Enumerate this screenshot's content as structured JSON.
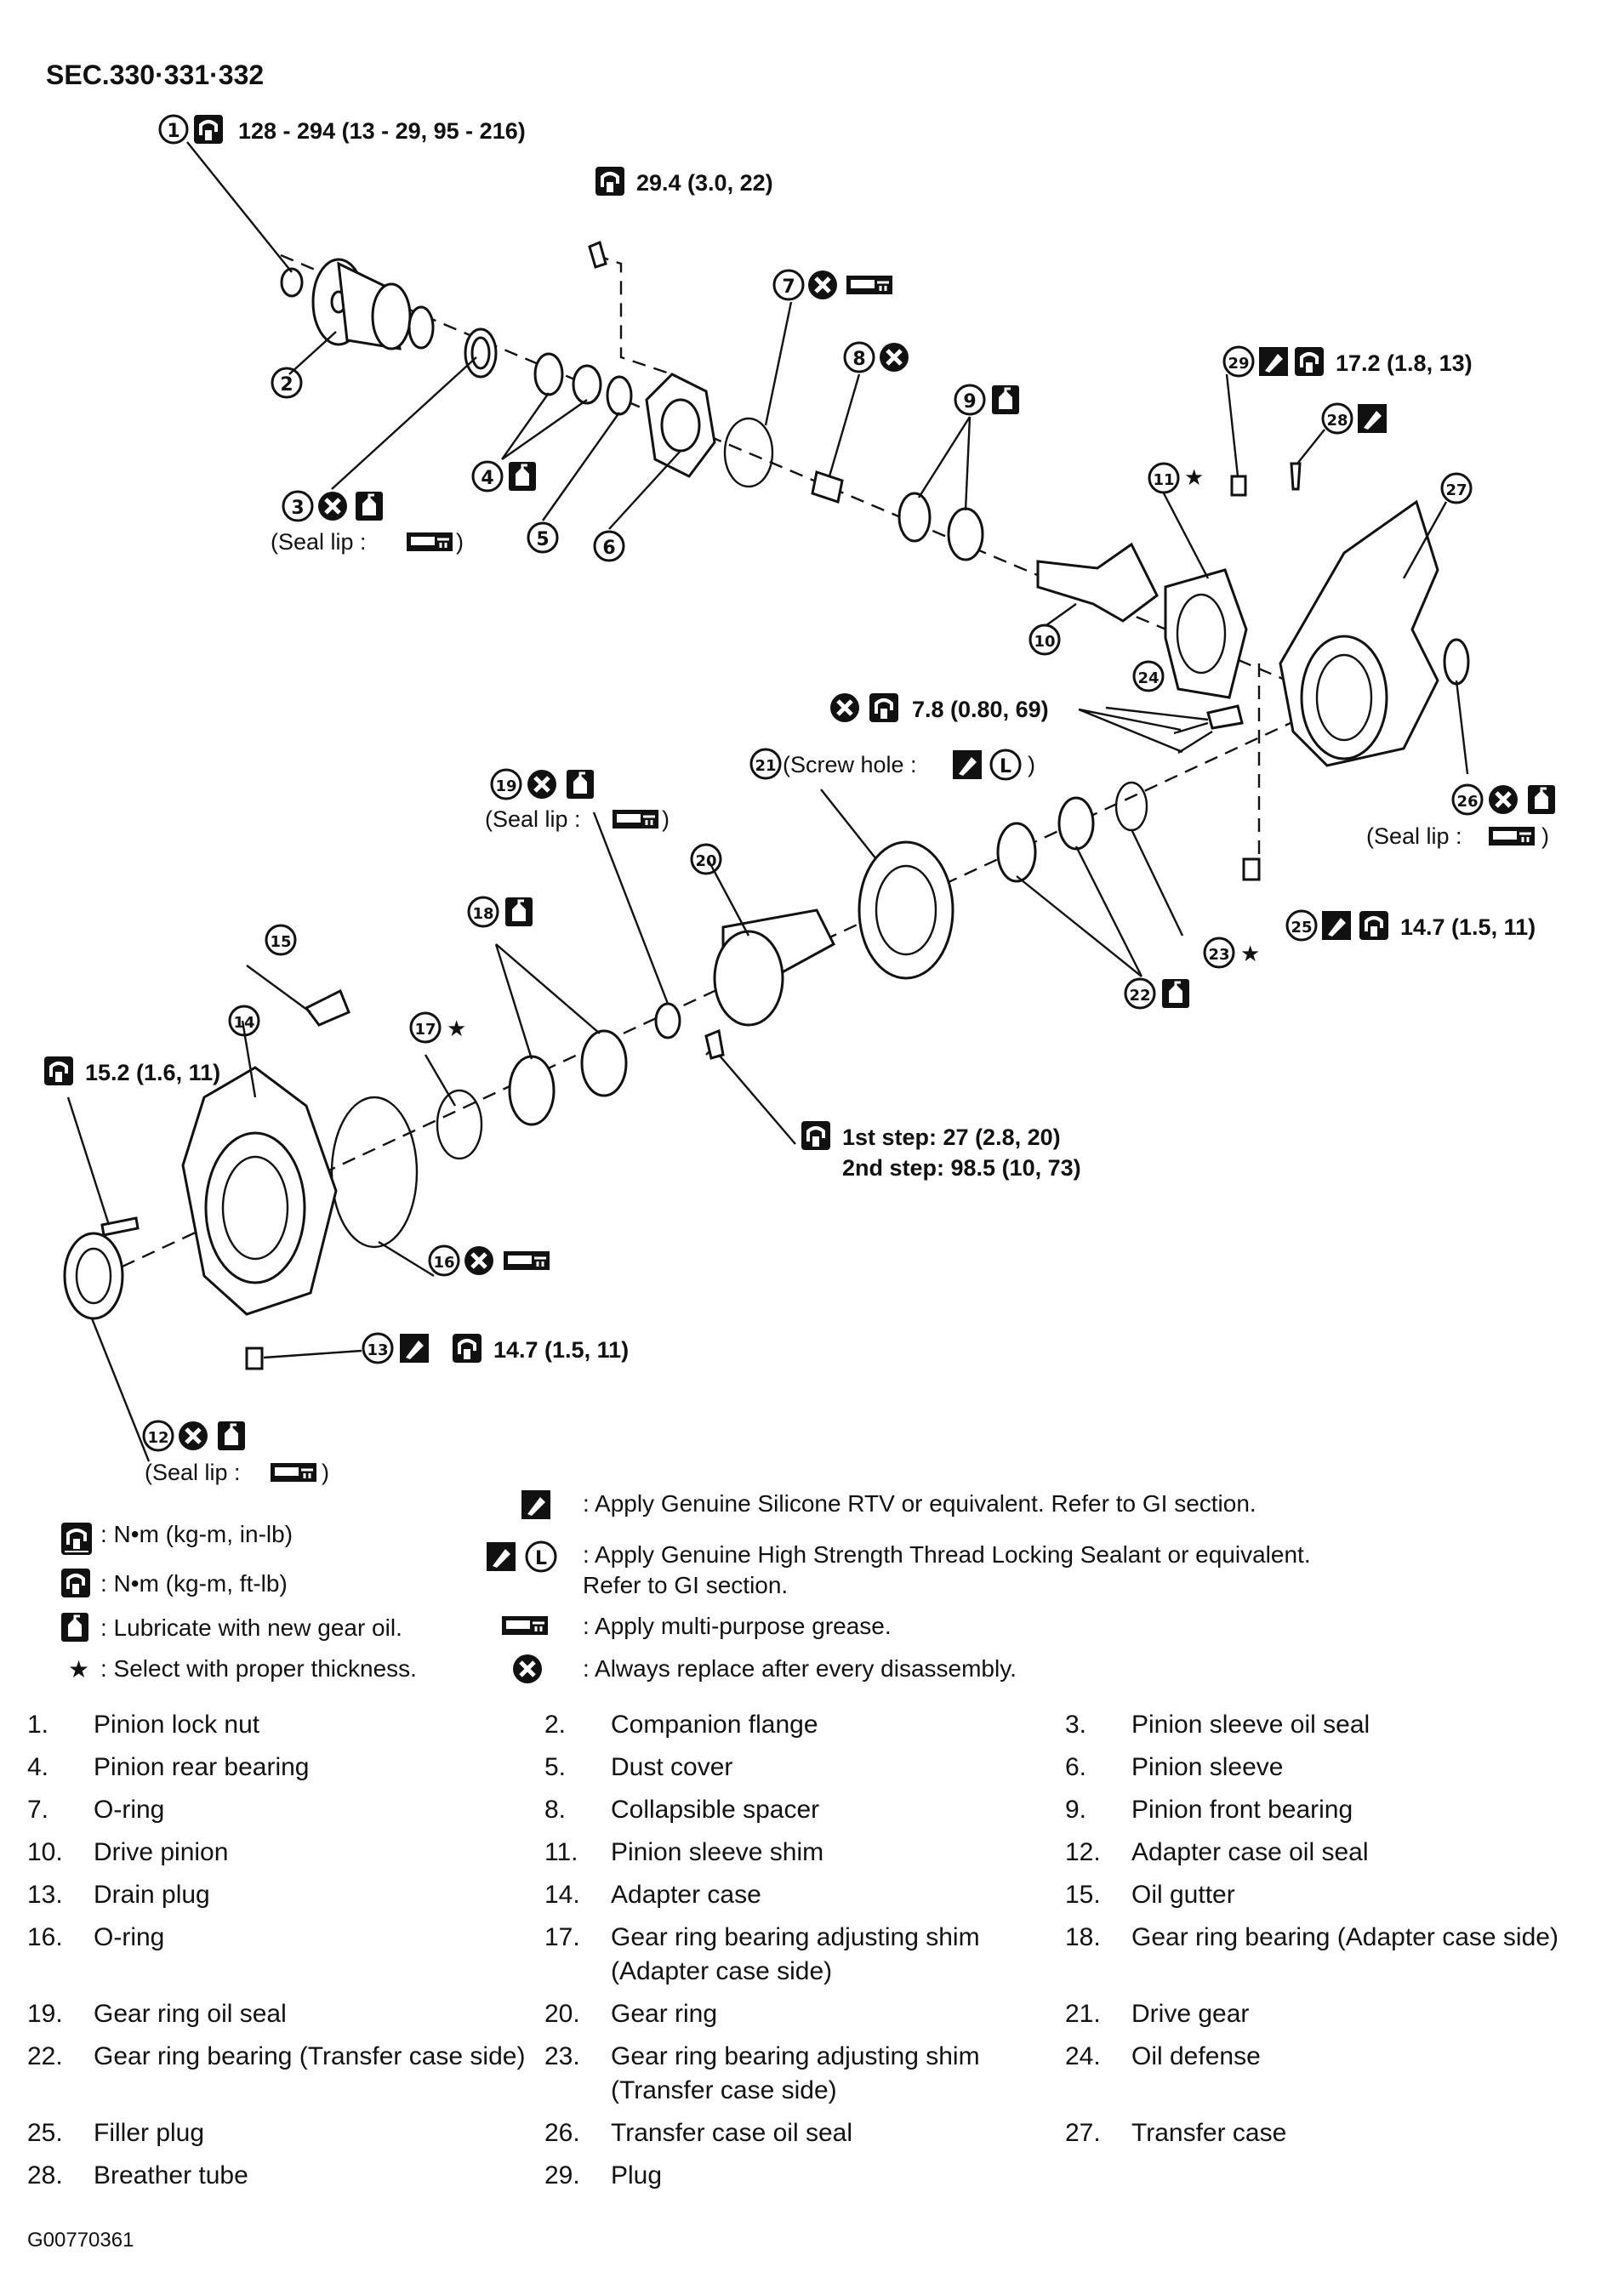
{
  "section_header": "SEC.330·331·332",
  "figure_code": "G00770361",
  "callouts": {
    "c1": {
      "num": "1",
      "spec": "128 - 294 (13 - 29, 95 - 216)"
    },
    "bolt_top": {
      "spec": "29.4 (3.0, 22)"
    },
    "c2": {
      "num": "2"
    },
    "c3": {
      "num": "3",
      "note": "(Seal lip : "
    },
    "c4": {
      "num": "4"
    },
    "c5": {
      "num": "5"
    },
    "c6": {
      "num": "6"
    },
    "c7": {
      "num": "7"
    },
    "c8": {
      "num": "8"
    },
    "c9": {
      "num": "9"
    },
    "c10": {
      "num": "10"
    },
    "c11": {
      "num": "11",
      "star": "★"
    },
    "c12": {
      "num": "12",
      "note": "(Seal lip : "
    },
    "c13": {
      "num": "13",
      "spec": "14.7 (1.5, 11)"
    },
    "c14": {
      "num": "14",
      "spec": "15.2 (1.6, 11)"
    },
    "c15": {
      "num": "15"
    },
    "c16": {
      "num": "16"
    },
    "c17": {
      "num": "17",
      "star": "★"
    },
    "c18": {
      "num": "18"
    },
    "c19": {
      "num": "19",
      "note": "(Seal lip : "
    },
    "c20": {
      "num": "20"
    },
    "c21": {
      "num": "21",
      "note": "(Screw hole : "
    },
    "c22": {
      "num": "22"
    },
    "c23": {
      "num": "23",
      "star": "★"
    },
    "c24": {
      "num": "24",
      "spec": "7.8 (0.80, 69)"
    },
    "c25": {
      "num": "25",
      "spec": "14.7 (1.5, 11)"
    },
    "c26": {
      "num": "26",
      "note": "(Seal lip : "
    },
    "c27": {
      "num": "27"
    },
    "c28": {
      "num": "28"
    },
    "c29": {
      "num": "29",
      "spec": "17.2 (1.8, 13)"
    },
    "ring_bolt": {
      "step1": "1st step: 27 (2.8, 20)",
      "step2": "2nd step: 98.5 (10, 73)"
    }
  },
  "legend": {
    "nm_in": ": N•m (kg-m, in-lb)",
    "nm_ft": ": N•m (kg-m, ft-lb)",
    "lube": ": Lubricate with new gear oil.",
    "select": ": Select with proper thickness.",
    "star": "★",
    "rtv": ": Apply Genuine Silicone RTV or equivalent. Refer to GI section.",
    "thread1": ": Apply Genuine High Strength Thread Locking Sealant or equivalent.",
    "thread2": "Refer to GI section.",
    "grease": ": Apply multi-purpose grease.",
    "replace": ": Always replace after every disassembly."
  },
  "parts": [
    [
      {
        "n": "1.",
        "name": "Pinion lock nut"
      },
      {
        "n": "2.",
        "name": "Companion flange"
      },
      {
        "n": "3.",
        "name": "Pinion sleeve oil seal"
      }
    ],
    [
      {
        "n": "4.",
        "name": "Pinion rear bearing"
      },
      {
        "n": "5.",
        "name": "Dust cover"
      },
      {
        "n": "6.",
        "name": "Pinion sleeve"
      }
    ],
    [
      {
        "n": "7.",
        "name": "O-ring"
      },
      {
        "n": "8.",
        "name": "Collapsible spacer"
      },
      {
        "n": "9.",
        "name": "Pinion front bearing"
      }
    ],
    [
      {
        "n": "10.",
        "name": "Drive pinion"
      },
      {
        "n": "11.",
        "name": "Pinion sleeve shim"
      },
      {
        "n": "12.",
        "name": "Adapter case oil seal"
      }
    ],
    [
      {
        "n": "13.",
        "name": "Drain plug"
      },
      {
        "n": "14.",
        "name": "Adapter case"
      },
      {
        "n": "15.",
        "name": "Oil gutter"
      }
    ],
    [
      {
        "n": "16.",
        "name": "O-ring"
      },
      {
        "n": "17.",
        "name": "Gear ring bearing adjusting shim (Adapter case side)"
      },
      {
        "n": "18.",
        "name": "Gear ring bearing (Adapter case side)"
      }
    ],
    [
      {
        "n": "19.",
        "name": "Gear ring oil seal"
      },
      {
        "n": "20.",
        "name": "Gear ring"
      },
      {
        "n": "21.",
        "name": "Drive gear"
      }
    ],
    [
      {
        "n": "22.",
        "name": "Gear ring bearing (Transfer case side)"
      },
      {
        "n": "23.",
        "name": "Gear ring bearing adjusting shim (Transfer case side)"
      },
      {
        "n": "24.",
        "name": "Oil defense"
      }
    ],
    [
      {
        "n": "25.",
        "name": "Filler plug"
      },
      {
        "n": "26.",
        "name": "Transfer case oil seal"
      },
      {
        "n": "27.",
        "name": "Transfer case"
      }
    ],
    [
      {
        "n": "28.",
        "name": "Breather tube"
      },
      {
        "n": "29.",
        "name": "Plug"
      },
      {
        "n": "",
        "name": ""
      }
    ]
  ]
}
